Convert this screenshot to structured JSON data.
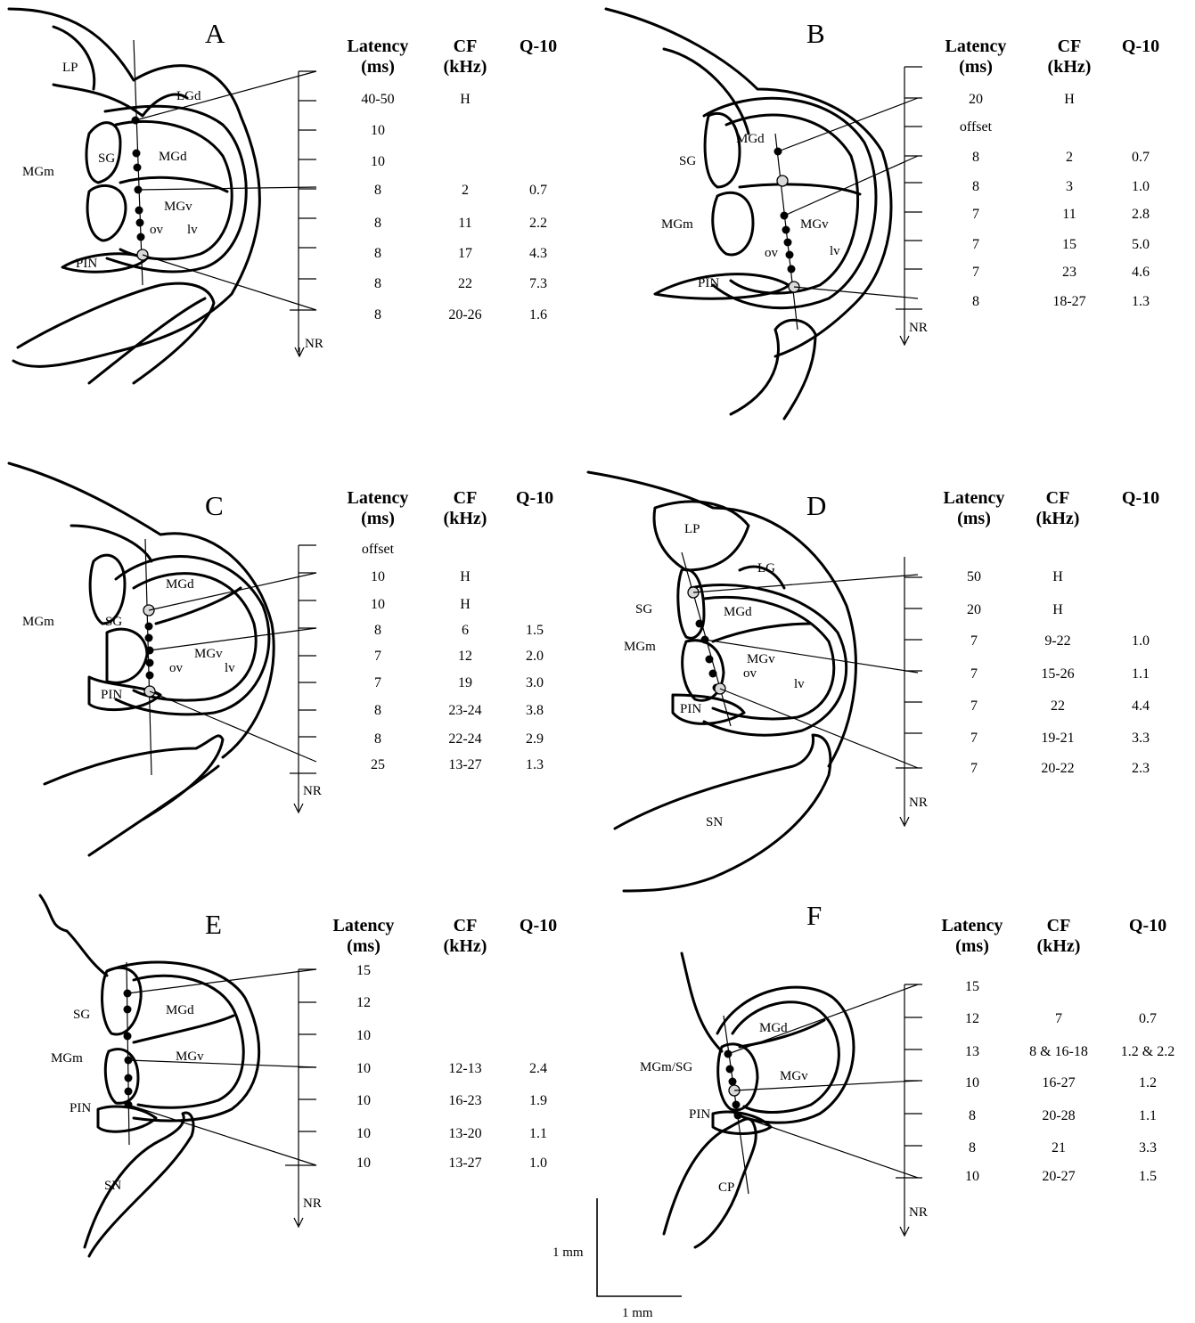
{
  "headers": {
    "latency": "Latency",
    "latency_unit": "(ms)",
    "cf": "CF",
    "cf_unit": "(kHz)",
    "q10": "Q-10"
  },
  "track_end_label": "NR",
  "scale_bar": {
    "vertical_label": "1 mm",
    "horizontal_label": "1 mm"
  },
  "panels": [
    {
      "letter": "A",
      "labels": [
        "LP",
        "LGd",
        "SG",
        "MGd",
        "MGm",
        "MGv",
        "ov",
        "lv",
        "PIN"
      ],
      "rows": [
        {
          "latency": "40-50",
          "cf": "H",
          "q10": ""
        },
        {
          "latency": "10",
          "cf": "",
          "q10": ""
        },
        {
          "latency": "10",
          "cf": "",
          "q10": ""
        },
        {
          "latency": "8",
          "cf": "2",
          "q10": "0.7"
        },
        {
          "latency": "8",
          "cf": "11",
          "q10": "2.2"
        },
        {
          "latency": "8",
          "cf": "17",
          "q10": "4.3"
        },
        {
          "latency": "8",
          "cf": "22",
          "q10": "7.3"
        },
        {
          "latency": "8",
          "cf": "20-26",
          "q10": "1.6"
        }
      ]
    },
    {
      "letter": "B",
      "labels": [
        "MGd",
        "SG",
        "MGm",
        "MGv",
        "ov",
        "lv",
        "PIN"
      ],
      "rows": [
        {
          "latency": "20",
          "cf": "H",
          "q10": ""
        },
        {
          "latency": "offset",
          "cf": "",
          "q10": ""
        },
        {
          "latency": "8",
          "cf": "2",
          "q10": "0.7"
        },
        {
          "latency": "8",
          "cf": "3",
          "q10": "1.0"
        },
        {
          "latency": "7",
          "cf": "11",
          "q10": "2.8"
        },
        {
          "latency": "7",
          "cf": "15",
          "q10": "5.0"
        },
        {
          "latency": "7",
          "cf": "23",
          "q10": "4.6"
        },
        {
          "latency": "8",
          "cf": "18-27",
          "q10": "1.3"
        }
      ]
    },
    {
      "letter": "C",
      "labels": [
        "MGd",
        "MGm",
        "SG",
        "MGv",
        "ov",
        "lv",
        "PIN"
      ],
      "rows": [
        {
          "latency": "offset",
          "cf": "",
          "q10": ""
        },
        {
          "latency": "10",
          "cf": "H",
          "q10": ""
        },
        {
          "latency": "10",
          "cf": "H",
          "q10": ""
        },
        {
          "latency": "8",
          "cf": "6",
          "q10": "1.5"
        },
        {
          "latency": "7",
          "cf": "12",
          "q10": "2.0"
        },
        {
          "latency": "7",
          "cf": "19",
          "q10": "3.0"
        },
        {
          "latency": "8",
          "cf": "23-24",
          "q10": "3.8"
        },
        {
          "latency": "8",
          "cf": "22-24",
          "q10": "2.9"
        },
        {
          "latency": "25",
          "cf": "13-27",
          "q10": "1.3"
        }
      ]
    },
    {
      "letter": "D",
      "labels": [
        "LP",
        "LG",
        "SG",
        "MGd",
        "MGm",
        "MGv",
        "ov",
        "lv",
        "PIN",
        "SN"
      ],
      "rows": [
        {
          "latency": "50",
          "cf": "H",
          "q10": ""
        },
        {
          "latency": "20",
          "cf": "H",
          "q10": ""
        },
        {
          "latency": "7",
          "cf": "9-22",
          "q10": "1.0"
        },
        {
          "latency": "7",
          "cf": "15-26",
          "q10": "1.1"
        },
        {
          "latency": "7",
          "cf": "22",
          "q10": "4.4"
        },
        {
          "latency": "7",
          "cf": "19-21",
          "q10": "3.3"
        },
        {
          "latency": "7",
          "cf": "20-22",
          "q10": "2.3"
        }
      ]
    },
    {
      "letter": "E",
      "labels": [
        "SG",
        "MGd",
        "MGm",
        "MGv",
        "PIN",
        "SN"
      ],
      "rows": [
        {
          "latency": "15",
          "cf": "",
          "q10": ""
        },
        {
          "latency": "12",
          "cf": "",
          "q10": ""
        },
        {
          "latency": "10",
          "cf": "",
          "q10": ""
        },
        {
          "latency": "10",
          "cf": "12-13",
          "q10": "2.4"
        },
        {
          "latency": "10",
          "cf": "16-23",
          "q10": "1.9"
        },
        {
          "latency": "10",
          "cf": "13-20",
          "q10": "1.1"
        },
        {
          "latency": "10",
          "cf": "13-27",
          "q10": "1.0"
        }
      ]
    },
    {
      "letter": "F",
      "labels": [
        "MGd",
        "MGm/SG",
        "MGv",
        "PIN",
        "CP"
      ],
      "rows": [
        {
          "latency": "15",
          "cf": "",
          "q10": ""
        },
        {
          "latency": "12",
          "cf": "7",
          "q10": "0.7"
        },
        {
          "latency": "13",
          "cf": "8 & 16-18",
          "q10": "1.2 & 2.2"
        },
        {
          "latency": "10",
          "cf": "16-27",
          "q10": "1.2"
        },
        {
          "latency": "8",
          "cf": "20-28",
          "q10": "1.1"
        },
        {
          "latency": "8",
          "cf": "21",
          "q10": "3.3"
        },
        {
          "latency": "10",
          "cf": "20-27",
          "q10": "1.5"
        }
      ]
    }
  ]
}
